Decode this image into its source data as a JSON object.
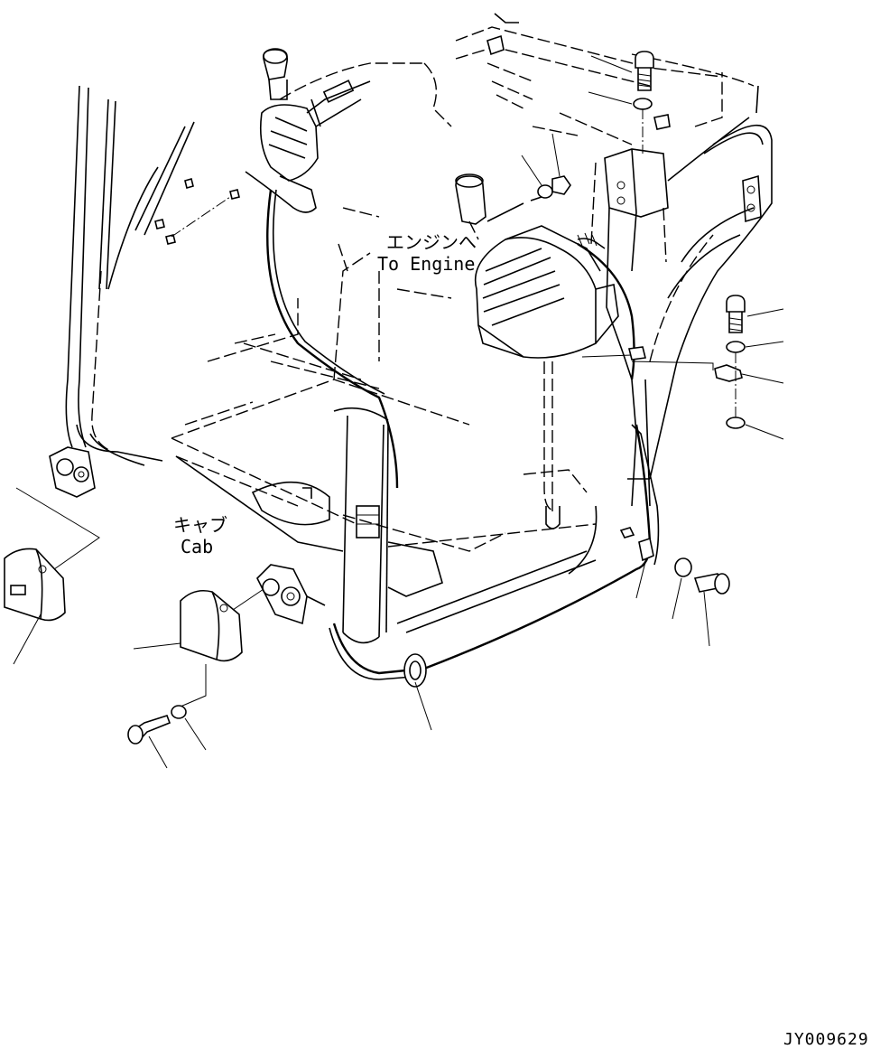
{
  "labels": {
    "engine_jp": "エンジンへ",
    "engine_en": "To Engine",
    "cab_jp": "キャブ",
    "cab_en": "Cab"
  },
  "drawing_code": "JY009629"
}
